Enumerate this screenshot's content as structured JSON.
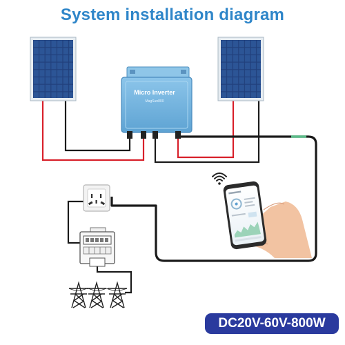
{
  "title": "System installation diagram",
  "inverter": {
    "label": "Micro Inverter",
    "brand": "MagSun800"
  },
  "spec_badge": "DC20V-60V-800W",
  "colors": {
    "title": "#2f86c9",
    "badge": "#2a3a9e",
    "panel": "#1f3f7a",
    "inverter": "#78b8e2",
    "wire_red": "#d8202a",
    "wire_black": "#1a1a1a",
    "wire_green": "#5cbd8a"
  },
  "icons": [
    "solar-panel-icon",
    "micro-inverter-icon",
    "wall-socket-icon",
    "electric-meter-icon",
    "power-tower-icon",
    "smartphone-icon",
    "wifi-icon",
    "hand-icon"
  ]
}
